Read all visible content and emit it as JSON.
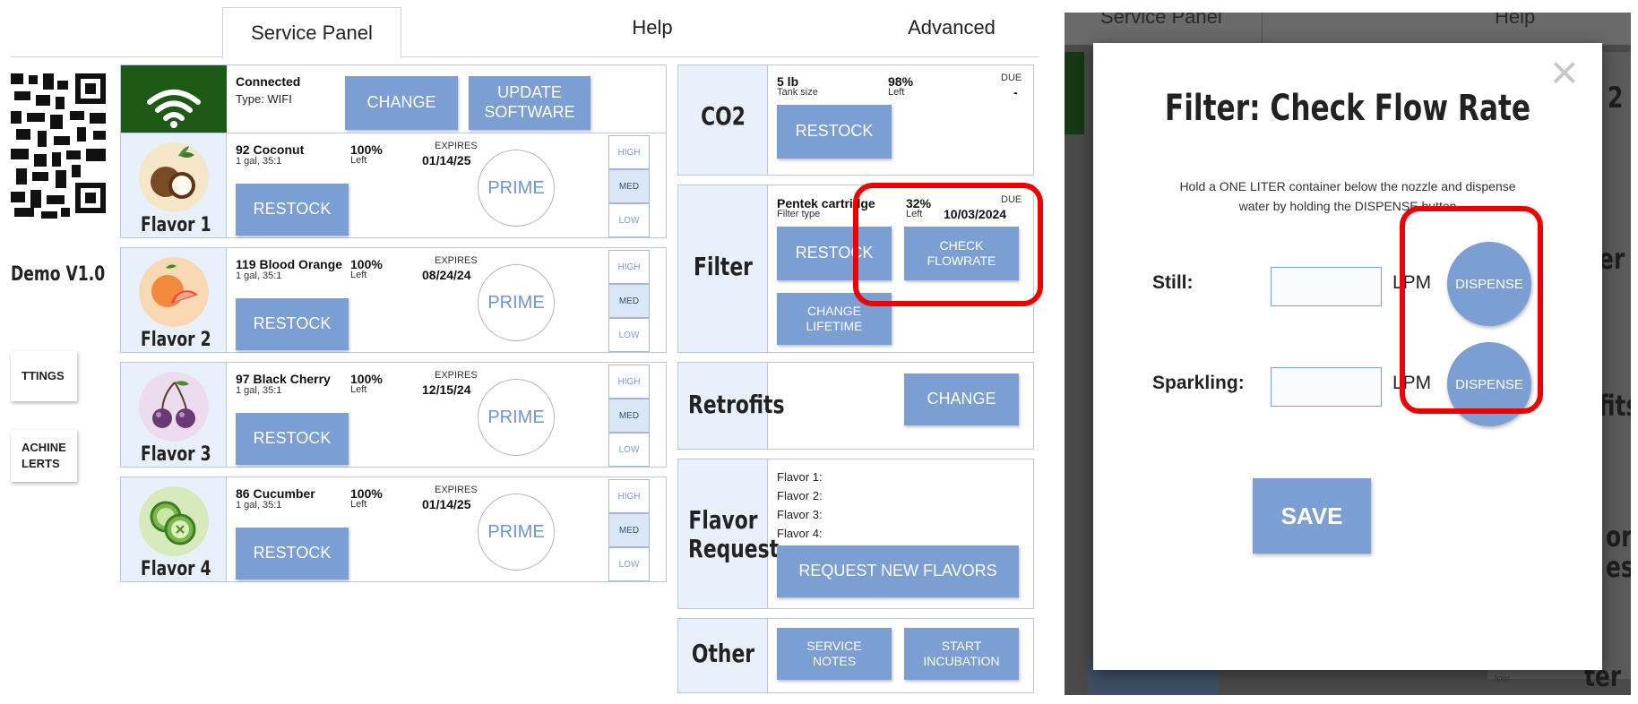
{
  "tabs": {
    "service": "Service Panel",
    "help": "Help",
    "advanced": "Advanced"
  },
  "sidebar": {
    "demo_label": "Demo V1.0",
    "settings": "TTINGS",
    "machine_alerts": "ACHINE\nLERTS"
  },
  "connection": {
    "status": "Connected",
    "type": "Type: WIFI",
    "change": "CHANGE",
    "update": "UPDATE\nSOFTWARE"
  },
  "flavors": [
    {
      "name": "92 Coconut",
      "unit": "1 gal, 35:1",
      "pct": "100%",
      "left": "Left",
      "expires_label": "EXPIRES",
      "expires": "01/14/25",
      "restock": "RESTOCK",
      "prime": "PRIME",
      "label": "Flavor 1",
      "high": "HIGH",
      "med": "MED",
      "low": "LOW",
      "selected": "med"
    },
    {
      "name": "119 Blood Orange",
      "unit": "1 gal, 35:1",
      "pct": "100%",
      "left": "Left",
      "expires_label": "EXPIRES",
      "expires": "08/24/24",
      "restock": "RESTOCK",
      "prime": "PRIME",
      "label": "Flavor 2",
      "high": "HIGH",
      "med": "MED",
      "low": "LOW",
      "selected": "med"
    },
    {
      "name": "97 Black Cherry",
      "unit": "1 gal, 35:1",
      "pct": "100%",
      "left": "Left",
      "expires_label": "EXPIRES",
      "expires": "12/15/24",
      "restock": "RESTOCK",
      "prime": "PRIME",
      "label": "Flavor 3",
      "high": "HIGH",
      "med": "MED",
      "low": "LOW",
      "selected": "med"
    },
    {
      "name": "86 Cucumber",
      "unit": "1 gal, 35:1",
      "pct": "100%",
      "left": "Left",
      "expires_label": "EXPIRES",
      "expires": "01/14/25",
      "restock": "RESTOCK",
      "prime": "PRIME",
      "label": "Flavor 4",
      "high": "HIGH",
      "med": "MED",
      "low": "LOW",
      "selected": "med"
    }
  ],
  "co2": {
    "title": "CO2",
    "size": "5 lb",
    "size_label": "Tank size",
    "pct": "98%",
    "left": "Left",
    "due_label": "DUE",
    "due": "-",
    "restock": "RESTOCK"
  },
  "filter": {
    "title": "Filter",
    "name": "Pentek cartridge",
    "type_label": "Filter type",
    "pct": "32%",
    "left": "Left",
    "due_label": "DUE",
    "due": "10/03/2024",
    "restock": "RESTOCK",
    "check": "CHECK\nFLOWRATE",
    "lifetime": "CHANGE\nLIFETIME"
  },
  "retrofits": {
    "title": "Retrofits",
    "change": "CHANGE"
  },
  "flavor_request": {
    "title": "Flavor\nRequest",
    "f1": "Flavor 1:",
    "f2": "Flavor 2:",
    "f3": "Flavor 3:",
    "f4": "Flavor 4:",
    "button": "REQUEST NEW FLAVORS"
  },
  "other": {
    "title": "Other",
    "notes": "SERVICE\nNOTES",
    "incubation": "START\nINCUBATION"
  },
  "modal": {
    "bg_tab_service": "Service Panel",
    "bg_tab_help": "Help",
    "title": "Filter: Check Flow Rate",
    "instructions": "Hold a ONE LITER container below the nozzle and dispense water by holding the DISPENSE button",
    "still_label": "Still:",
    "sparkling_label": "Sparkling:",
    "still_value": "",
    "sparkling_value": "",
    "unit": "LPM",
    "dispense": "DISPENSE",
    "save": "SAVE",
    "close": "×",
    "bg_fragments": [
      "2",
      "er",
      "fits",
      "or",
      "es",
      "ter",
      "low"
    ]
  }
}
